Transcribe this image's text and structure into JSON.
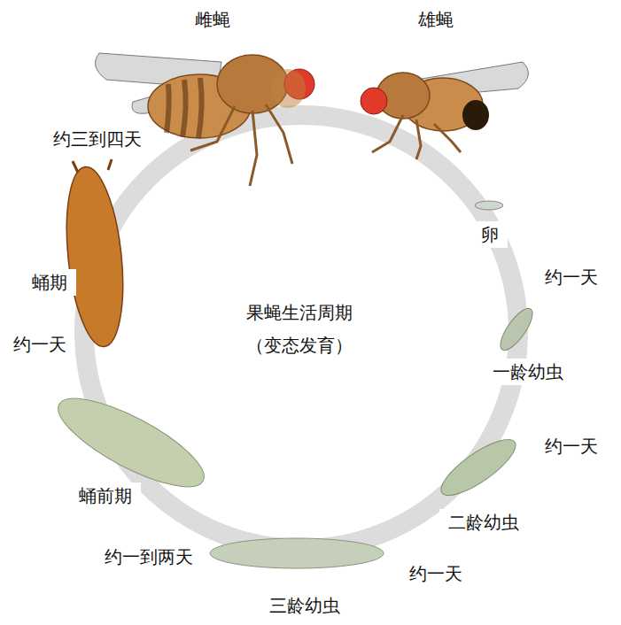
{
  "diagram": {
    "title": "果蝇生活周期",
    "labels": [
      "雌蝇",
      "雄蝇",
      "约三到四天",
      "卵",
      "蛹期",
      "约一天",
      "（变态发育）",
      "约一天",
      "一龄幼虫",
      "约一天",
      "蛹前期",
      "二龄幼虫",
      "约一到两天",
      "约一天",
      "三龄幼虫"
    ]
  }
}
